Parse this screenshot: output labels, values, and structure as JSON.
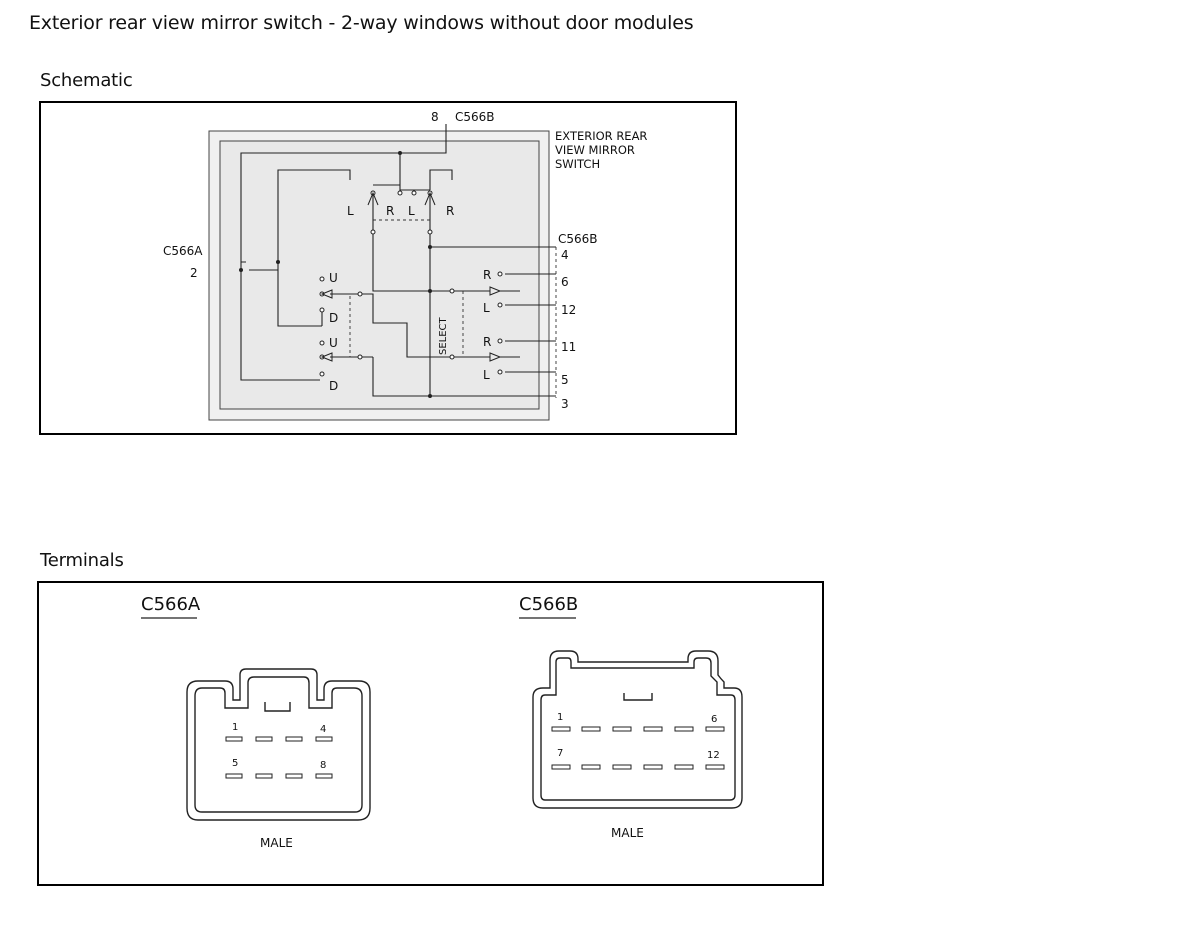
{
  "title": "Exterior rear view mirror switch - 2-way windows without door modules",
  "schematic": {
    "section_title": "Schematic",
    "switch_name_lines": [
      "EXTERIOR REAR",
      "VIEW MIRROR",
      "SWITCH"
    ],
    "top_pin": "8",
    "top_connector": "C566B",
    "left_connector": "C566A",
    "left_pin": "2",
    "right_connector": "C566B",
    "right_pins": [
      "4",
      "6",
      "12",
      "11",
      "5",
      "3"
    ],
    "selector_labels": [
      "L",
      "R",
      "L",
      "R"
    ],
    "updown_labels": [
      "U",
      "D",
      "U",
      "D"
    ],
    "output_labels": [
      "R",
      "L",
      "R",
      "L"
    ],
    "select_label": "SELECT"
  },
  "terminals": {
    "section_title": "Terminals",
    "c566a": {
      "name": "C566A",
      "pins": [
        "1",
        "4",
        "5",
        "8"
      ],
      "gender": "MALE"
    },
    "c566b": {
      "name": "C566B",
      "pins": [
        "1",
        "6",
        "7",
        "12"
      ],
      "gender": "MALE"
    }
  }
}
